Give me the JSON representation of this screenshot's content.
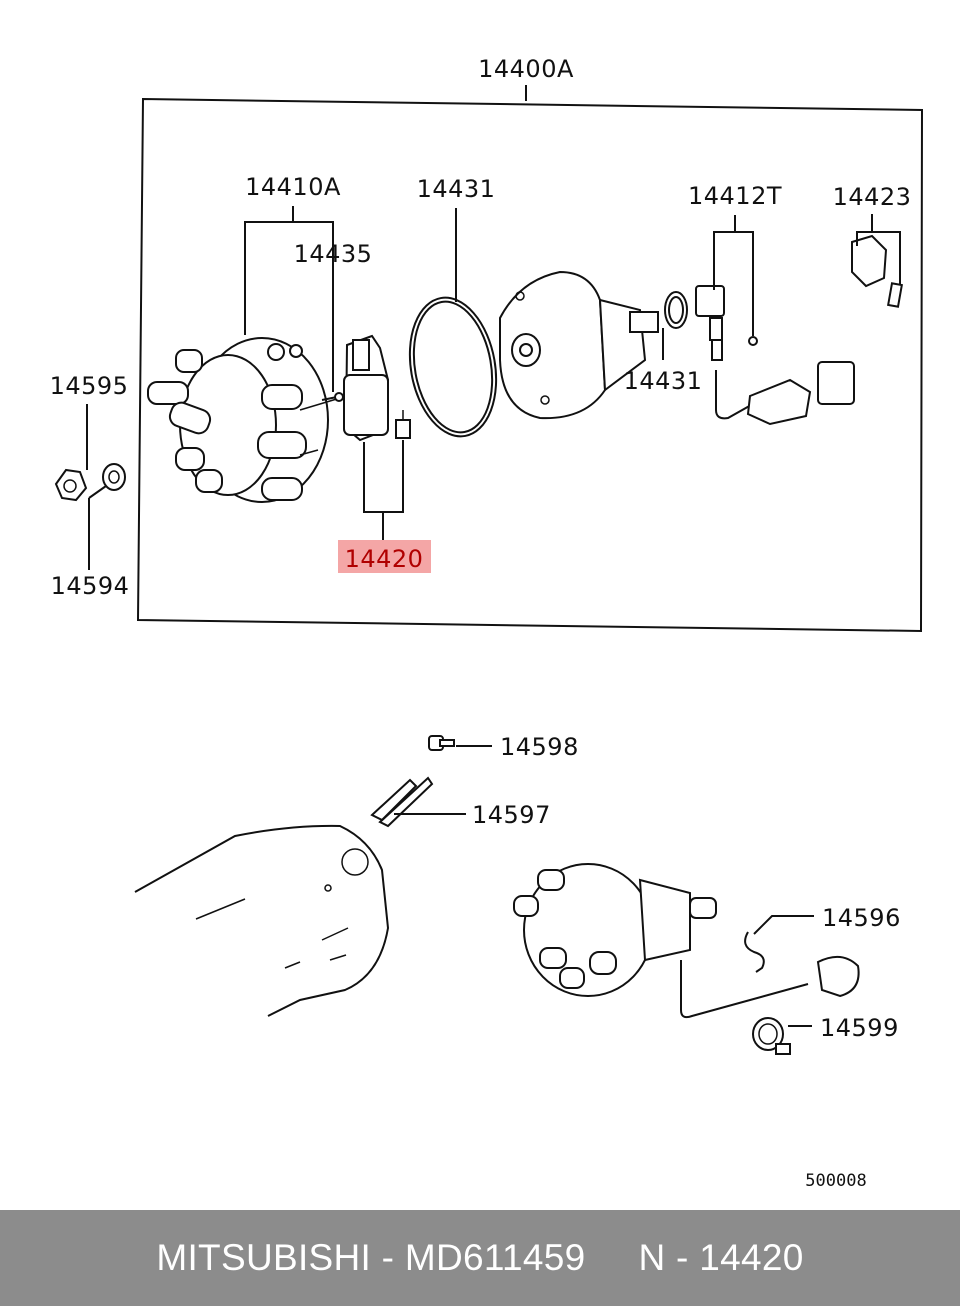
{
  "labels": {
    "assembly": "14400A",
    "cap": "14410A",
    "cap_screw": "14435",
    "oring_large": "14431",
    "oring_small": "14431",
    "sensor": "14412T",
    "gear": "14423",
    "nut": "14595",
    "washer": "14594",
    "rotor": "14420",
    "bolt": "14598",
    "clip": "14597",
    "clip2": "14596",
    "clamp": "14599"
  },
  "diagram_code": "500008",
  "highlight": {
    "part": "14420",
    "fill_color": "#f4a6a6",
    "text_color": "#b00000"
  },
  "footer": {
    "text": "MITSUBISHI - MD611459     N - 14420",
    "background": "#8c8c8c"
  }
}
